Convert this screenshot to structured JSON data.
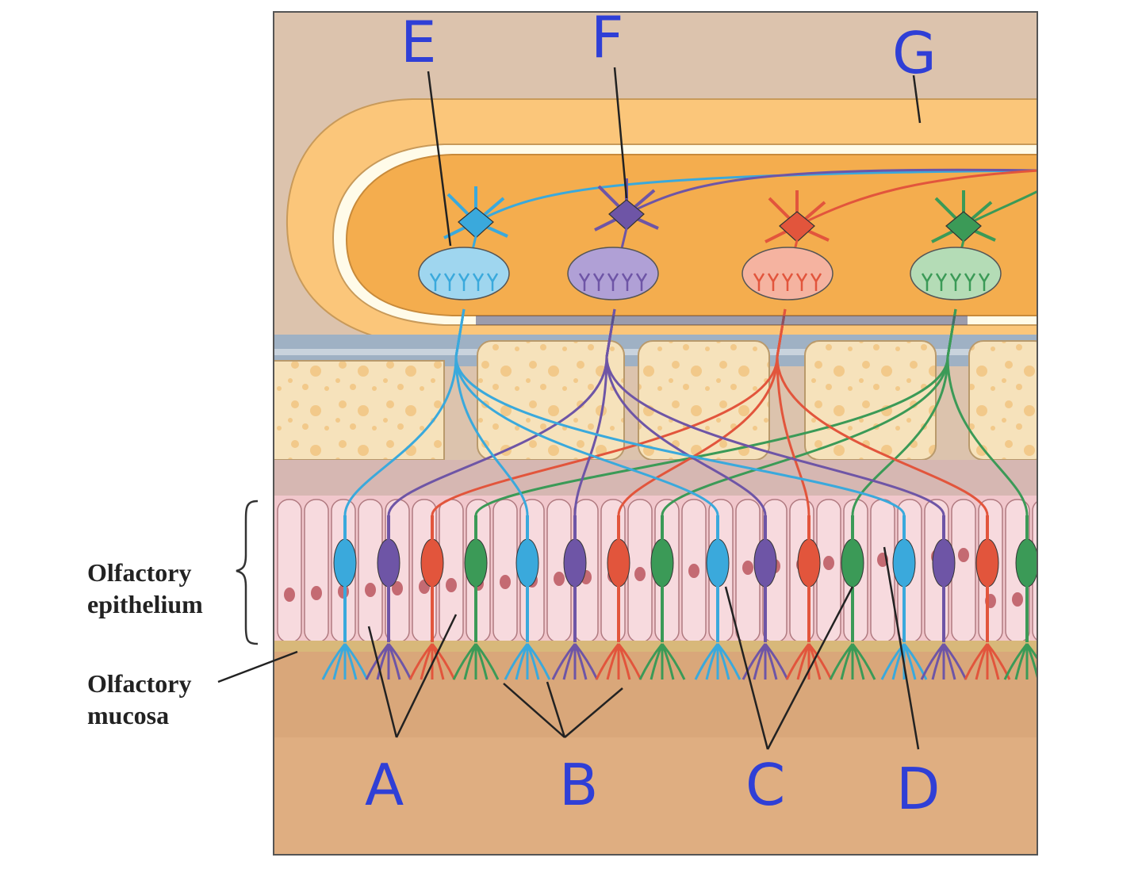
{
  "labels": {
    "olfactory_epithelium": [
      "Olfactory",
      "epithelium"
    ],
    "olfactory_mucosa": [
      "Olfactory",
      "mucosa"
    ]
  },
  "handwritten": {
    "A": "A",
    "B": "B",
    "C": "C",
    "D": "D",
    "E": "E",
    "F": "F",
    "G": "G"
  },
  "colors": {
    "skull_bg": "#dcc3ad",
    "bulb_outer": "#fbc67a",
    "bulb_inner": "#f4ad4e",
    "bone": "#f6e2bb",
    "bone_spots": "#f2c98a",
    "lamina": "#d6b7b2",
    "epithelium": "#f1c7cc",
    "mucosa": "#d9a77a",
    "neuron_blue": "#3aa9dc",
    "neuron_purple": "#6e55a6",
    "neuron_red": "#e2553c",
    "neuron_green": "#3b9a57",
    "handwriting": "#2f3fd6"
  }
}
